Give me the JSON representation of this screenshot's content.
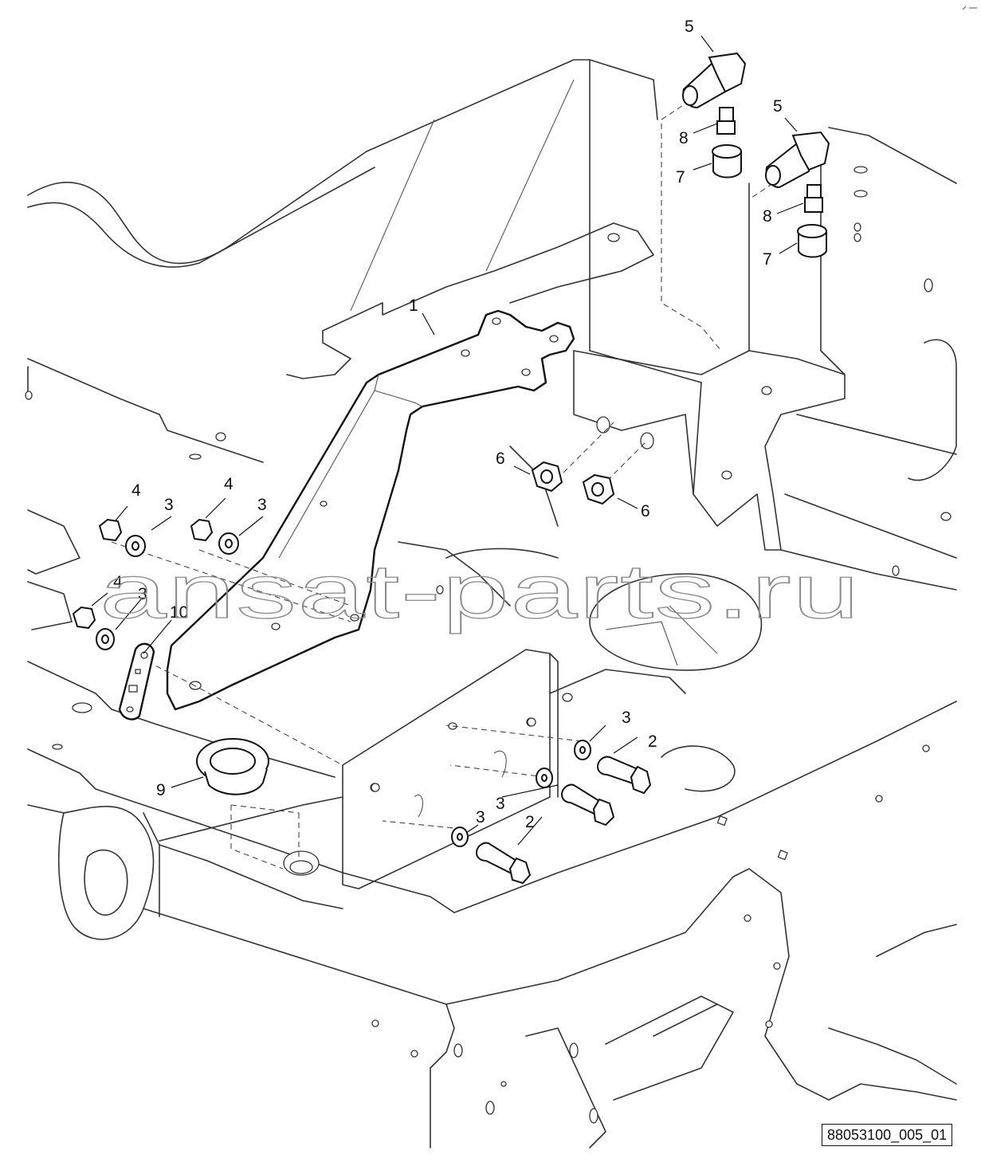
{
  "callouts": [
    {
      "id": "c1",
      "label": "1"
    },
    {
      "id": "c2a",
      "label": "2"
    },
    {
      "id": "c2b",
      "label": "2"
    },
    {
      "id": "c3a",
      "label": "3"
    },
    {
      "id": "c3b",
      "label": "3"
    },
    {
      "id": "c3c",
      "label": "3"
    },
    {
      "id": "c3d",
      "label": "3"
    },
    {
      "id": "c3e",
      "label": "3"
    },
    {
      "id": "c3f",
      "label": "3"
    },
    {
      "id": "c4a",
      "label": "4"
    },
    {
      "id": "c4b",
      "label": "4"
    },
    {
      "id": "c4c",
      "label": "4"
    },
    {
      "id": "c5a",
      "label": "5"
    },
    {
      "id": "c5b",
      "label": "5"
    },
    {
      "id": "c6a",
      "label": "6"
    },
    {
      "id": "c6b",
      "label": "6"
    },
    {
      "id": "c7a",
      "label": "7"
    },
    {
      "id": "c7b",
      "label": "7"
    },
    {
      "id": "c8a",
      "label": "8"
    },
    {
      "id": "c8b",
      "label": "8"
    },
    {
      "id": "c9",
      "label": "9"
    },
    {
      "id": "c10",
      "label": "10"
    }
  ],
  "reference_code": "88053100_005_01",
  "watermark": "ansat-parts.ru",
  "colors": {
    "line": "#333333",
    "part": "#111111",
    "watermark": "#8a8a8a",
    "background": "#ffffff"
  }
}
